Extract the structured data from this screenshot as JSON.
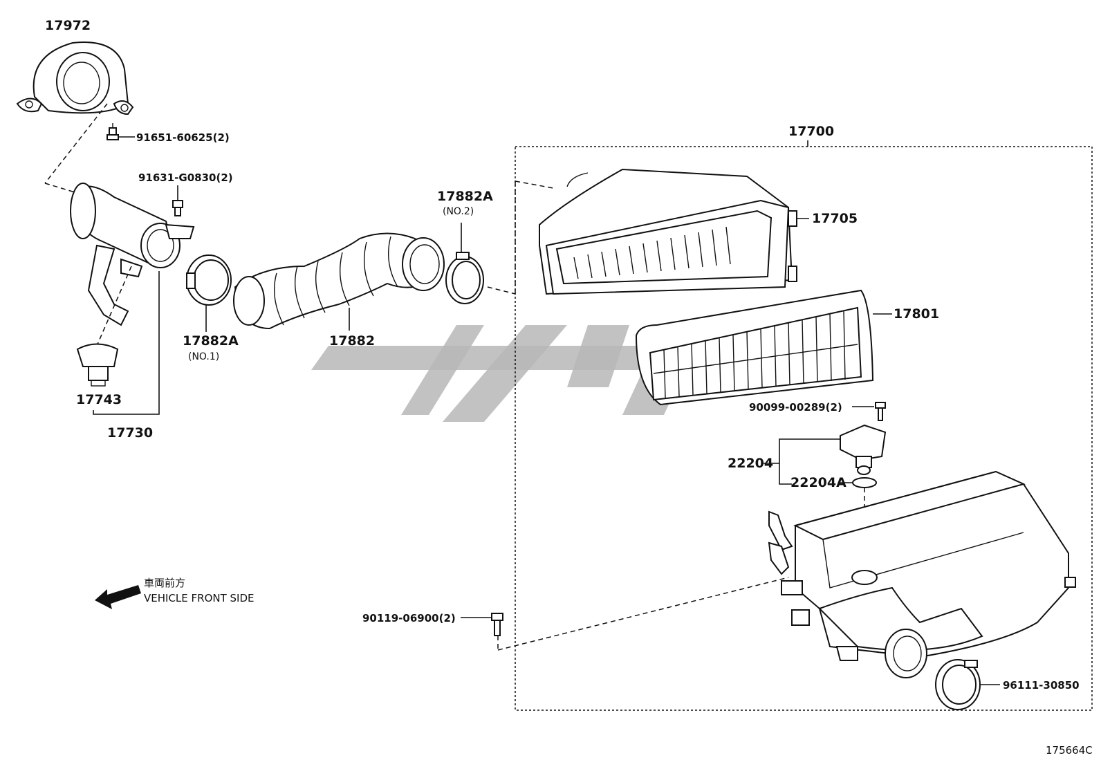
{
  "diagram": {
    "parts": {
      "p17972": "17972",
      "p91651": "91651-60625(2)",
      "p91631": "91631-G0830(2)",
      "p17743": "17743",
      "p17730": "17730",
      "p17882a_1": "17882A",
      "p17882a_1_sub": "(NO.1)",
      "p17882": "17882",
      "p17882a_2": "17882A",
      "p17882a_2_sub": "(NO.2)",
      "p17700": "17700",
      "p17705": "17705",
      "p17801": "17801",
      "p90099": "90099-00289(2)",
      "p22204": "22204",
      "p22204a": "22204A",
      "p90119": "90119-06900(2)",
      "p96111": "96111-30850"
    },
    "direction": {
      "japanese": "車両前方",
      "english": "VEHICLE FRONT SIDE"
    },
    "figure_id": "175664C"
  },
  "colors": {
    "line": "#111111",
    "watermark": "#b7b7b7",
    "background": "#ffffff"
  }
}
